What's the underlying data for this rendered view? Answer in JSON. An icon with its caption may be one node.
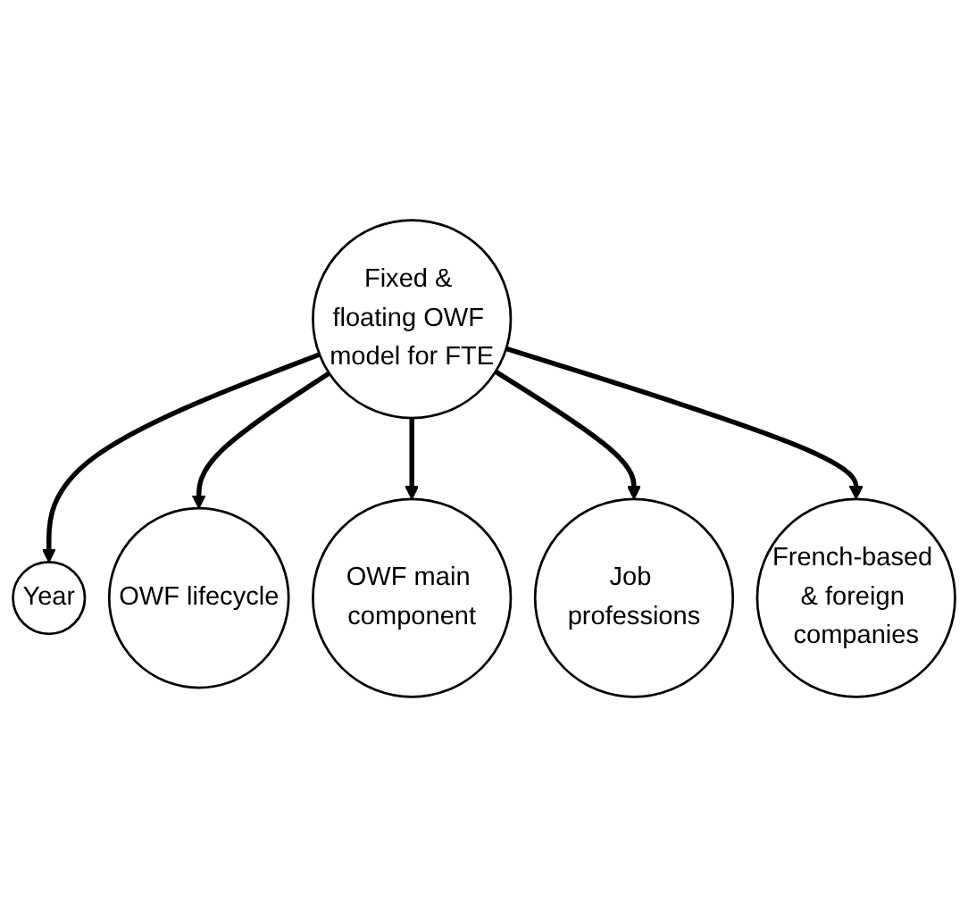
{
  "diagram": {
    "nodes": [
      {
        "text": [
          "Fixed & floating OWF model for FTE"
        ]
      },
      {
        "text": [
          "Year"
        ]
      },
      {
        "text": [
          "OWF lifecycle"
        ]
      },
      {
        "text": [
          "OWF main component"
        ]
      },
      {
        "text": [
          "Job professions"
        ]
      },
      {
        "text": [
          "French-based & foreign companies"
        ]
      }
    ],
    "edges": [
      {
        "from": 0,
        "to": 1,
        "arrow": "to"
      },
      {
        "from": 0,
        "to": 2,
        "arrow": "to"
      },
      {
        "from": 0,
        "to": 3,
        "arrow": "to"
      },
      {
        "from": 0,
        "to": 4,
        "arrow": "to"
      },
      {
        "from": 0,
        "to": 5,
        "arrow": "to"
      }
    ]
  }
}
